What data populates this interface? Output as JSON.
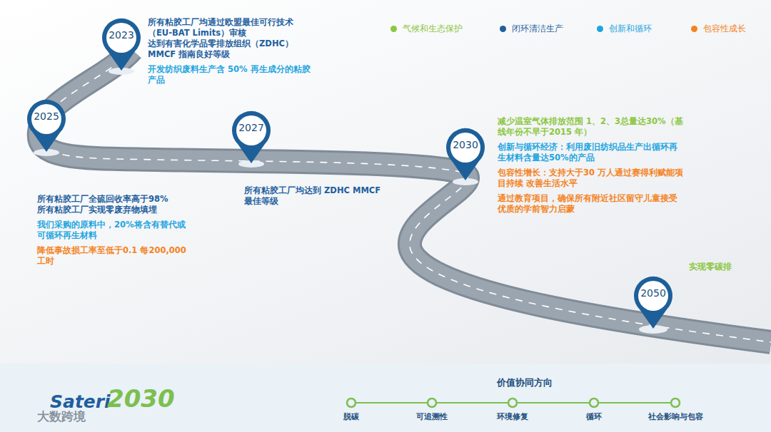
{
  "diagram": {
    "nodes": [
      {
        "text": [
          "2023"
        ]
      },
      {
        "text": [
          "2025"
        ]
      },
      {
        "text": [
          "2027"
        ]
      },
      {
        "text": [
          "2030"
        ]
      },
      {
        "text": [
          "2050"
        ]
      }
    ],
    "labels": [
      "所有粘胶工厂均通过欧盟最佳可行技术（EU-BAT Limits）审核",
      "达到有害化学品零排放组织（ZDHC） MMCF 指南良好等级",
      "开发纺织废料生产含 50% 再生成分的粘胶产品",
      "所有粘胶工厂全硫回收率高于98%",
      "所有粘胶工厂实现零废弃物填埋",
      "我们采购的原料中，20%将含有替代或可循环再生材料",
      "降低事故损工率至低于0.1 每200,000工时",
      "所有粘胶工厂均达到 ZDHC MMCF 最佳等级",
      "减少温室气体排放范围 1、2、3总量达30%（基线年份不早于2015 年）",
      "创新与循环经济：利用废旧纺织品生产出循环再生材料含量达50%的产品",
      "包容性增长：支持大于30 万人通过赛得利赋能项目持续 改善生活水平",
      "通过教育项目，确保所有附近社区留守儿童接受优质的学前智力启蒙",
      "实现零碳排",
      "价值协同方向",
      "脱碳",
      "可追溯性",
      "环境修复",
      "循环",
      "社会影响与包容",
      "Sateri",
      "2030",
      "大数跨境"
    ],
    "legend": [
      {
        "text": "气候和生态保护",
        "color": "#8dc63f"
      },
      {
        "text": "闭环清洁生产",
        "color": "#1f5f9e"
      },
      {
        "text": "创新和循环",
        "color": "#1ea5e0"
      },
      {
        "text": "包容性成长",
        "color": "#f58220"
      }
    ]
  }
}
